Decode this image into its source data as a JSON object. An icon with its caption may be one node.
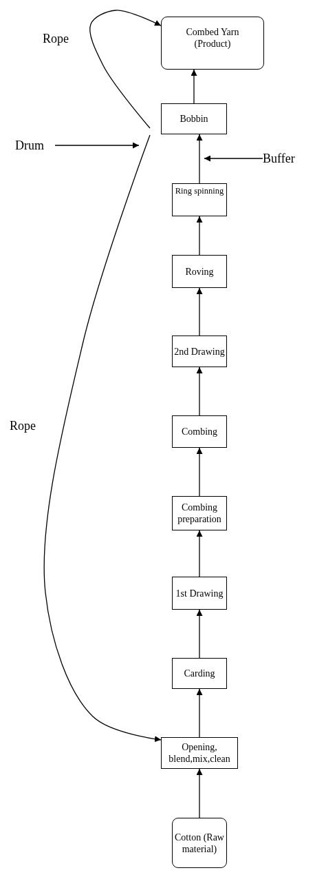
{
  "diagram": {
    "nodes": [
      {
        "text": [
          "Combed Yarn (Product)"
        ]
      },
      {
        "text": [
          "Bobbin"
        ]
      },
      {
        "text": [
          "Ring spinning"
        ]
      },
      {
        "text": [
          "Roving"
        ]
      },
      {
        "text": [
          "2nd Drawing"
        ]
      },
      {
        "text": [
          "Combing"
        ]
      },
      {
        "text": [
          "Combing preparation"
        ]
      },
      {
        "text": [
          "1st Drawing"
        ]
      },
      {
        "text": [
          "Carding"
        ]
      },
      {
        "text": [
          "Opening, blend,mix,clean"
        ]
      },
      {
        "text": [
          "Cotton (Raw material)"
        ]
      },
      {
        "text": [
          "Drum"
        ]
      },
      {
        "text": [
          "Buffer"
        ]
      }
    ],
    "edges": [
      {
        "from": 10,
        "to": 9,
        "arrow": "to"
      },
      {
        "from": 9,
        "to": 8,
        "arrow": "to"
      },
      {
        "from": 8,
        "to": 7,
        "arrow": "to"
      },
      {
        "from": 7,
        "to": 6,
        "arrow": "to"
      },
      {
        "from": 6,
        "to": 5,
        "arrow": "to"
      },
      {
        "from": 5,
        "to": 4,
        "arrow": "to"
      },
      {
        "from": 4,
        "to": 3,
        "arrow": "to"
      },
      {
        "from": 3,
        "to": 2,
        "arrow": "to"
      },
      {
        "from": 2,
        "to": 1,
        "arrow": "to"
      },
      {
        "from": 1,
        "to": 0,
        "arrow": "to"
      },
      {
        "from": 11,
        "to": null,
        "arrow": "to"
      },
      {
        "from": 12,
        "to": null,
        "arrow": "to"
      },
      {
        "from": null,
        "to": 0,
        "arrow": "to",
        "label": "Rope"
      },
      {
        "from": null,
        "to": 9,
        "arrow": "to",
        "label": "Rope"
      }
    ]
  }
}
